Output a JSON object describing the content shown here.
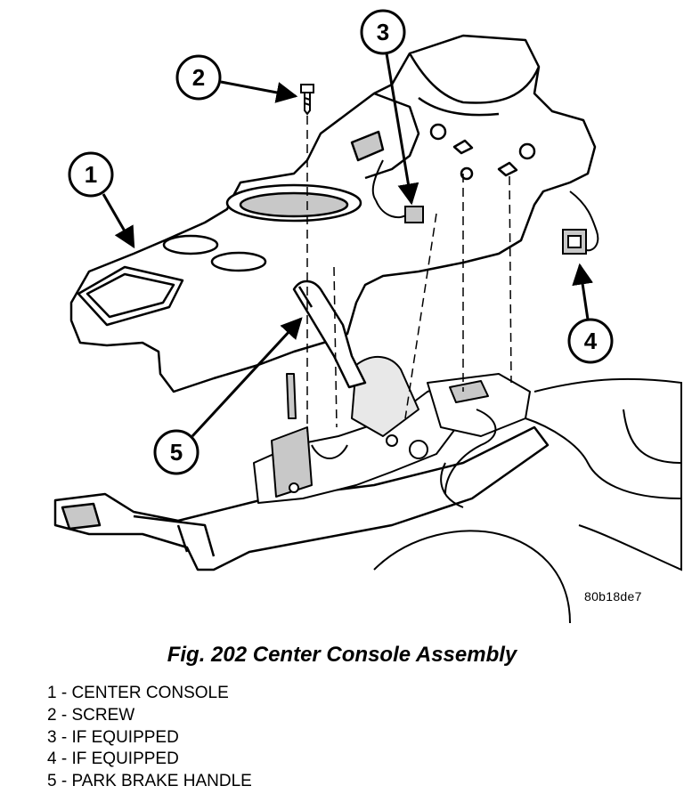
{
  "diagram": {
    "image_code": "80b18de7",
    "callouts": [
      {
        "number": "1"
      },
      {
        "number": "2"
      },
      {
        "number": "3"
      },
      {
        "number": "4"
      },
      {
        "number": "5"
      }
    ]
  },
  "caption": "Fig. 202 Center Console Assembly",
  "legend": [
    "1 - CENTER CONSOLE",
    "2 - SCREW",
    "3 - IF EQUIPPED",
    "4 - IF EQUIPPED",
    "5 - PARK BRAKE HANDLE"
  ],
  "colors": {
    "line": "#000000",
    "background": "#ffffff",
    "shading": "#c8c8c8"
  }
}
